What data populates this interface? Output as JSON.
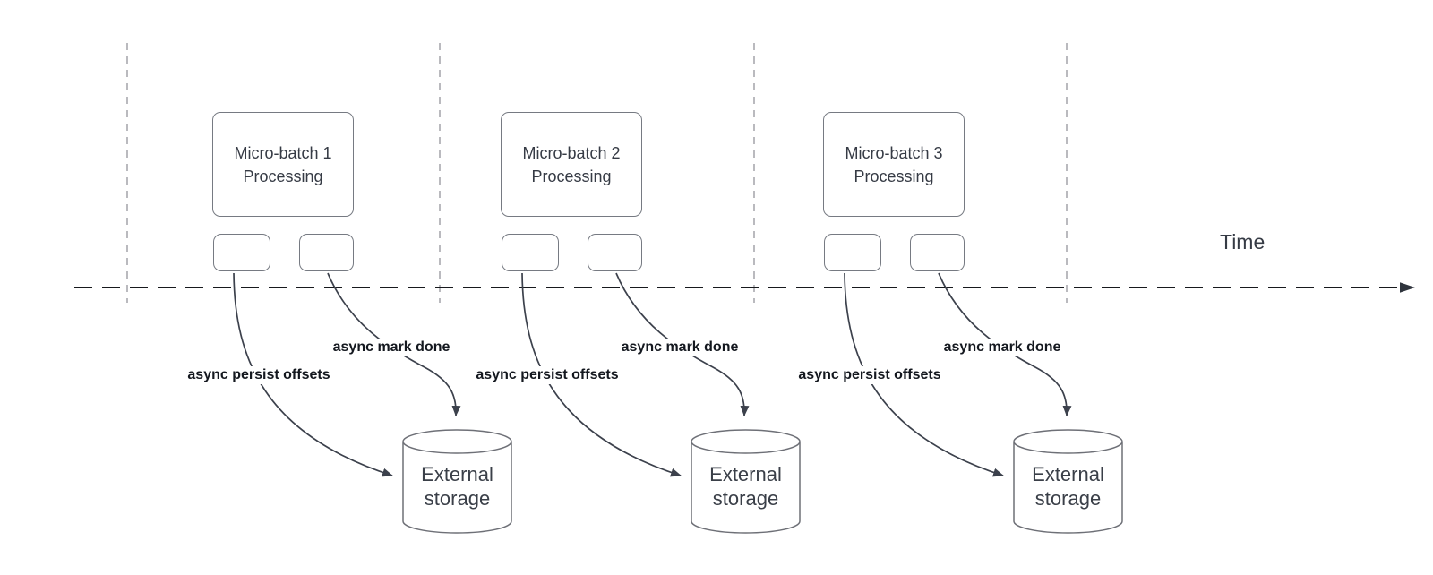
{
  "diagram": {
    "time_axis_label": "Time",
    "groups": [
      {
        "title": "Micro-batch 1 Processing",
        "persist_label": "async persist offsets",
        "done_label": "async mark done",
        "storage_label": "External storage"
      },
      {
        "title": "Micro-batch 2 Processing",
        "persist_label": "async persist offsets",
        "done_label": "async mark done",
        "storage_label": "External storage"
      },
      {
        "title": "Micro-batch 3 Processing",
        "persist_label": "async persist offsets",
        "done_label": "async mark done",
        "storage_label": "External storage"
      }
    ],
    "colors": {
      "vertical_gridline": "#a9a9af",
      "timeline": "#17191d",
      "arrow": "#3c414c",
      "box_border": "#767a82",
      "cylinder_border": "#6e7077",
      "label_text": "#14181f",
      "body_text": "#363b45"
    }
  }
}
